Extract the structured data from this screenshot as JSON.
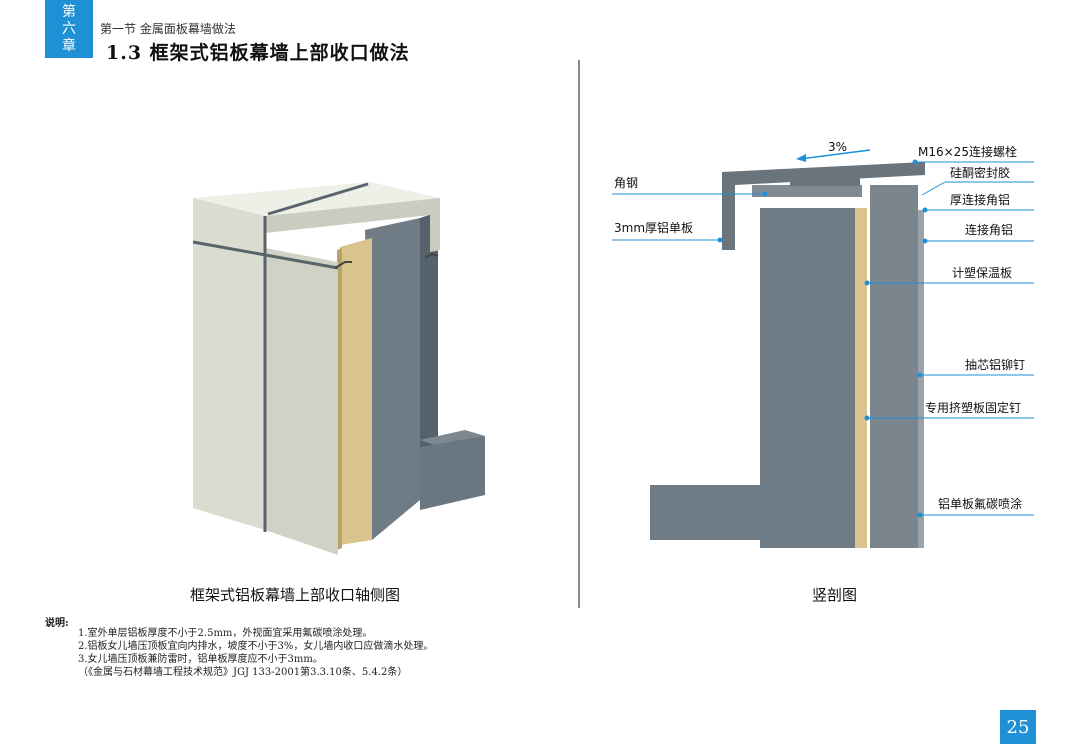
{
  "header": {
    "chapter": [
      "第",
      "六",
      "章"
    ],
    "section_sub": "第一节 金属面板幕墙做法",
    "section_title": "1.3 框架式铝板幕墙上部收口做法"
  },
  "figures": {
    "left_caption": "框架式铝板幕墙上部收口轴侧图",
    "right_caption": "竖剖图"
  },
  "section_labels": {
    "slope": "3%",
    "angle_steel": "角钢",
    "aluminum_panel": "3mm厚铝单板",
    "bolt": "M16×25连接螺栓",
    "silicone": "硅酮密封胶",
    "thick_angle": "厚连接角铝",
    "angle_aluminum": "连接角铝",
    "insulation": "计塑保温板",
    "rivet": "抽芯铝铆钉",
    "fixing_nail": "专用挤塑板固定钉",
    "coating": "铝单板氟碳喷涂"
  },
  "notes": {
    "title": "说明:",
    "items": [
      "1.室外单层铝板厚度不小于2.5mm，外视面宜采用氟碳喷涂处理。",
      "2.铝板女儿墙压顶板宜向内排水，坡度不小于3%，女儿墙内收口应做滴水处理。",
      "3.女儿墙压顶板兼防雷时，铝单板厚度应不小于3mm。",
      "（《金属与石材幕墙工程技术规范》JGJ 133-2001第3.3.10条、5.4.2条）"
    ]
  },
  "page_number": "25",
  "colors": {
    "accent": "#1f8fd6",
    "panel": "#d9dccf",
    "concrete": "#6f7b85",
    "insulation": "#d8c48c"
  }
}
